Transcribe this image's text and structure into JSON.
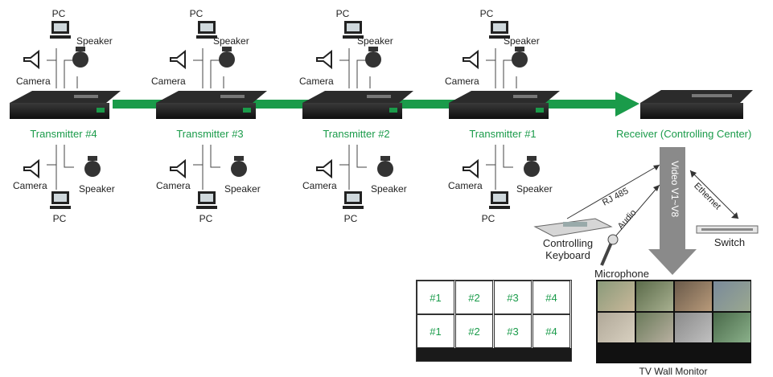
{
  "transmitters": [
    {
      "label": "Transmitter #4",
      "top": {
        "pc": "PC",
        "camera": "Camera",
        "speaker": "Speaker"
      },
      "bottom": {
        "pc": "PC",
        "camera": "Camera",
        "speaker": "Speaker"
      }
    },
    {
      "label": "Transmitter #3",
      "top": {
        "pc": "PC",
        "camera": "Camera",
        "speaker": "Speaker"
      },
      "bottom": {
        "pc": "PC",
        "camera": "Camera",
        "speaker": "Speaker"
      }
    },
    {
      "label": "Transmitter #2",
      "top": {
        "pc": "PC",
        "camera": "Camera",
        "speaker": "Speaker"
      },
      "bottom": {
        "pc": "PC",
        "camera": "Camera",
        "speaker": "Speaker"
      }
    },
    {
      "label": "Transmitter #1",
      "top": {
        "pc": "PC",
        "camera": "Camera",
        "speaker": "Speaker"
      },
      "bottom": {
        "pc": "PC",
        "camera": "Camera",
        "speaker": "Speaker"
      }
    }
  ],
  "receiver": {
    "label": "Receiver (Controlling Center)"
  },
  "links": {
    "rj485": "RJ 485",
    "audio": "Audio",
    "ethernet": "Ethernet",
    "video": "Video V1~V8"
  },
  "peripherals": {
    "keyboard_line1": "Controlling",
    "keyboard_line2": "Keyboard",
    "switch": "Switch",
    "microphone": "Microphone"
  },
  "grid_cells": [
    [
      "#1",
      "#2",
      "#3",
      "#4"
    ],
    [
      "#1",
      "#2",
      "#3",
      "#4"
    ]
  ],
  "tv_wall": {
    "label": "TV Wall Monitor"
  },
  "colors": {
    "accent_green": "#1a9b4a",
    "device_black": "#1a1a1a",
    "arrow_gray": "#8a8a8a"
  }
}
